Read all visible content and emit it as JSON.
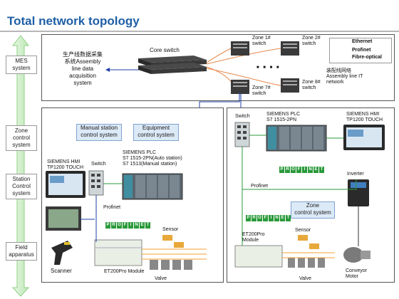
{
  "title": "Total network topology",
  "levels": {
    "mes": "MES\nsystem",
    "zone": "Zone\ncontrol\nsystem",
    "station": "Station\nControl\nsystem",
    "field": "Field\napparatus"
  },
  "top": {
    "data_collection": "生产线数据采集\n系统Assembly\nline data\nacquisition\nsystem",
    "core_switch": "Core switch",
    "zone1": "Zone 1#\nswitch",
    "zone2": "Zone 2#\nswitch",
    "zone7": "Zone 7#\nswitch",
    "zone8": "Zone 8#\nswitch",
    "assembly_net": "装配线网络\nAssembly line IT\nnetwork",
    "dots": "■ ■ ■ ■"
  },
  "legend": {
    "ethernet": "Ethernet",
    "profinet": "Profinet",
    "fibre": "Fibre-optical"
  },
  "left": {
    "manual_station": "Manual station\ncontrol system",
    "equipment": "Equipment\ncontrol system",
    "hmi": "SIEMENS HMI\nTP1200 TOUCH",
    "switch": "Switch",
    "plc": "SIEMENS PLC\nS7 1515-2PN(Auto station)\nS7 1513(Manual station)",
    "profinet": "Profinet",
    "sensor": "Sensor",
    "scanner": "Scanner",
    "et200": "ET200Pro Module",
    "valve": "Valve"
  },
  "right": {
    "switch": "Switch",
    "plc": "SIEMENS PLC\nS7 1515-2PN",
    "hmi": "SIEMENS HMI\nTP1200 TOUCH",
    "inverter": "Inverter",
    "profinet": "Profinet",
    "zone_control": "Zone\ncontrol system",
    "et200": "ET200Pro\nModule",
    "sensor": "Sensor",
    "valve": "Valve",
    "conveyor": "Conveyor\nMotor"
  },
  "profinet_letters": [
    "P",
    "R",
    "O",
    "F",
    "I",
    "N",
    "E",
    "T"
  ],
  "colors": {
    "title": "#1f5fa6",
    "ethernet": "#1f3fa6",
    "profinet": "#2a9a3a",
    "fibre": "#e8894a",
    "wire": "#f0a030"
  }
}
